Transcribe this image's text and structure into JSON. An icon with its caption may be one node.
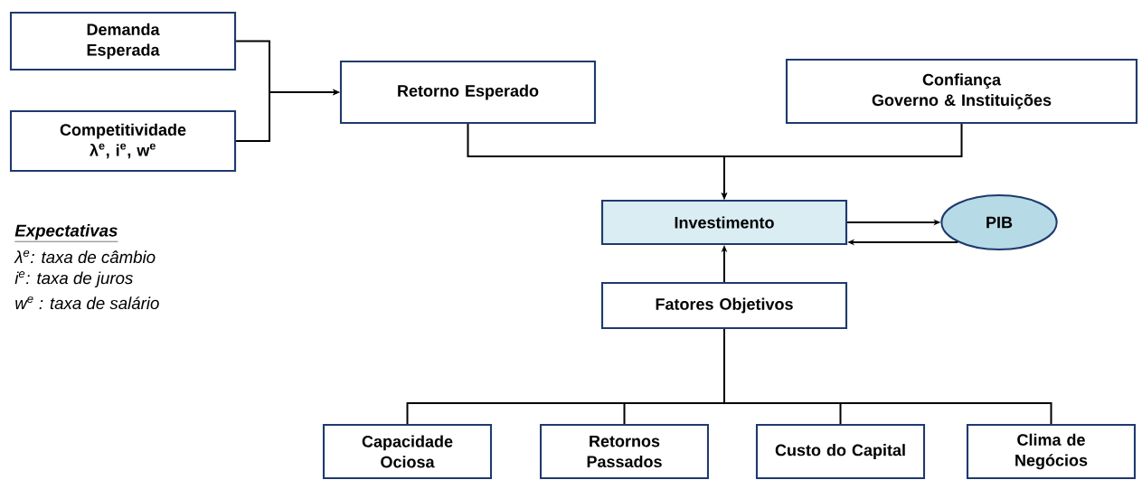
{
  "diagram": {
    "nodes": [
      {
        "text": [
          "Demanda Esperada"
        ]
      },
      {
        "text": [
          "Competitividade",
          "λ$^{e}$, i$^{e}$, w$^{e}$"
        ]
      },
      {
        "text": [
          "Retorno Esperado"
        ]
      },
      {
        "text": [
          "Confiança",
          "Governo & Instituições"
        ]
      },
      {
        "text": [
          "Investimento"
        ]
      },
      {
        "text": [
          "PIB"
        ]
      },
      {
        "text": [
          "Fatores Objetivos"
        ]
      },
      {
        "text": [
          "Capacidade Ociosa"
        ]
      },
      {
        "text": [
          "Retornos Passados"
        ]
      },
      {
        "text": [
          "Custo do Capital"
        ]
      },
      {
        "text": [
          "Clima de Negócios"
        ]
      }
    ],
    "edges": [
      {
        "from": 0,
        "to": 2,
        "arrow": "to"
      },
      {
        "from": 1,
        "to": 2,
        "arrow": "to"
      },
      {
        "from": 2,
        "to": 4,
        "arrow": "to"
      },
      {
        "from": 3,
        "to": 4,
        "arrow": "to"
      },
      {
        "from": 4,
        "to": 5,
        "arrow": "to"
      },
      {
        "from": 5,
        "to": 4,
        "arrow": "to"
      },
      {
        "from": 6,
        "to": 4,
        "arrow": "to"
      },
      {
        "from": 6,
        "to": 7,
        "arrow": "none"
      },
      {
        "from": 6,
        "to": 8,
        "arrow": "none"
      },
      {
        "from": 6,
        "to": 9,
        "arrow": "none"
      },
      {
        "from": 6,
        "to": 10,
        "arrow": "none"
      }
    ],
    "labels": [
      "Expectativas",
      "λ$^{e}$: taxa de câmbio",
      "i$^{e}$: taxa de juros",
      "w$^{e}$ : taxa de salário"
    ]
  }
}
